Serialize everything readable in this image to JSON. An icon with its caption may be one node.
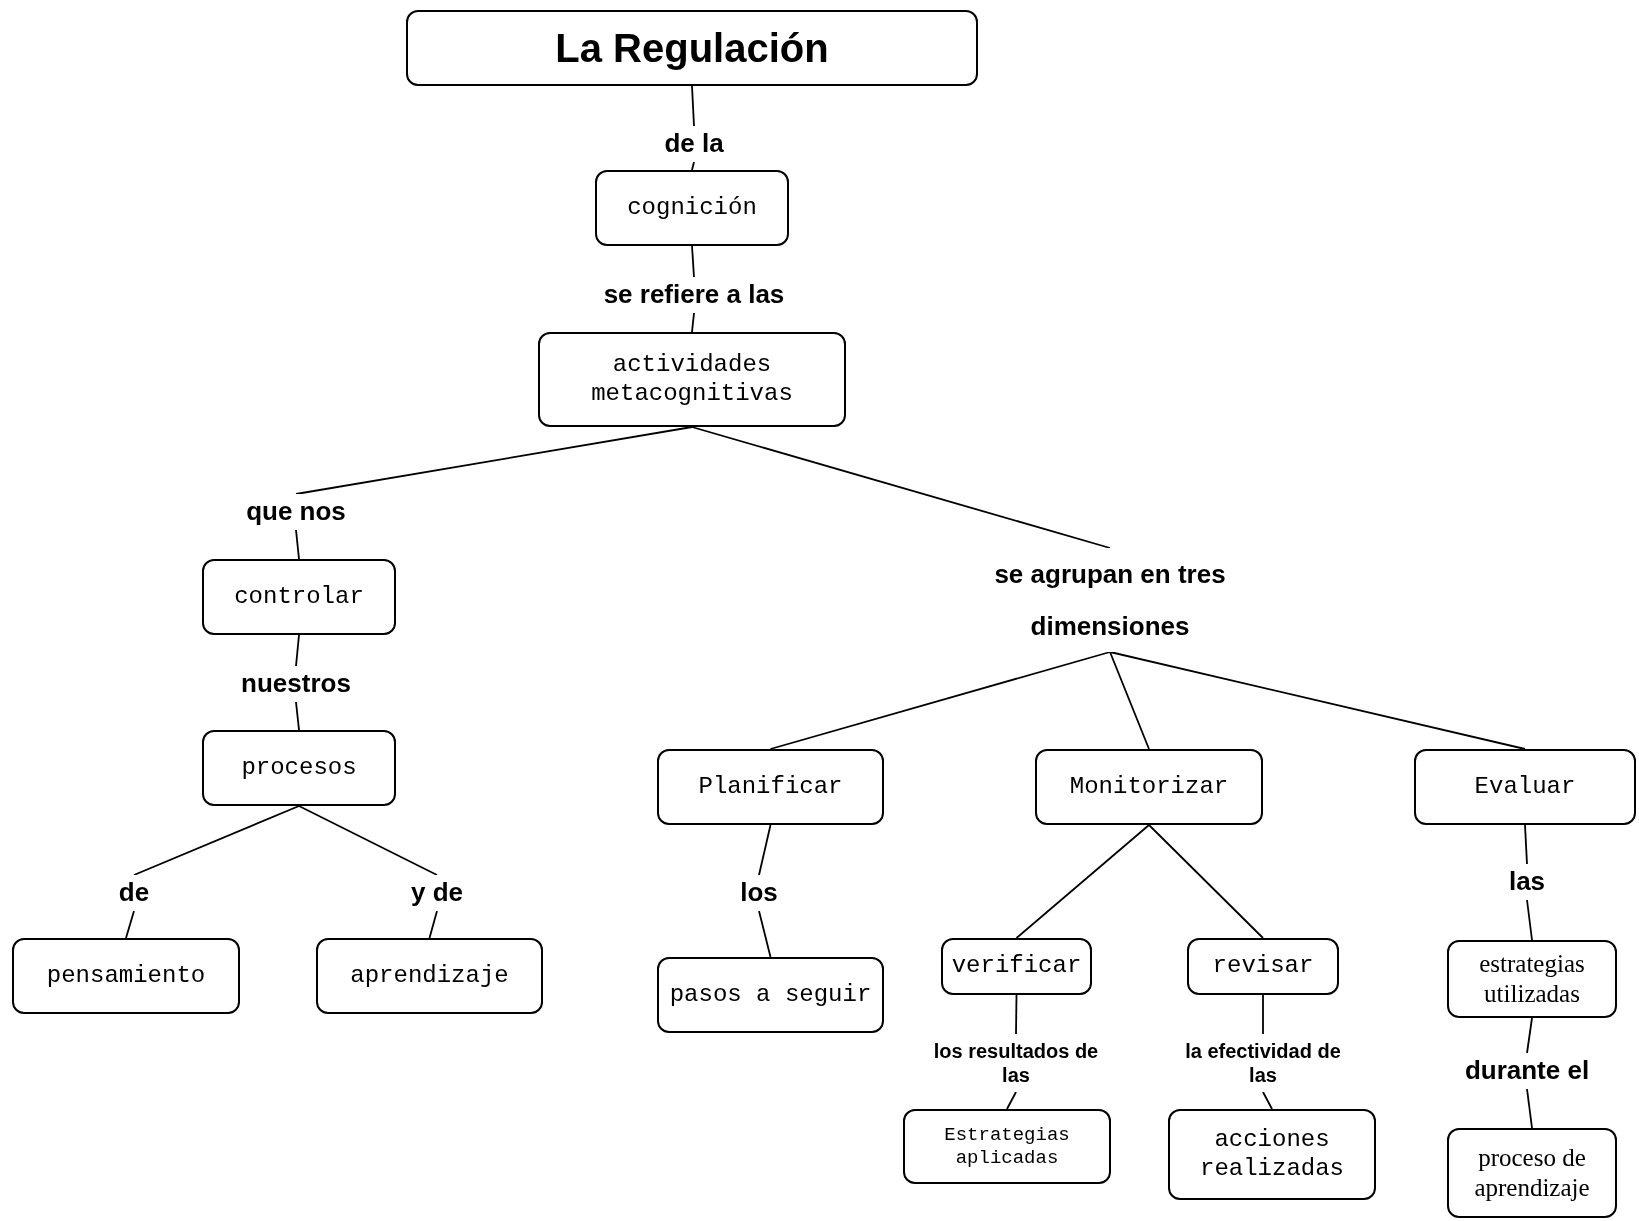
{
  "diagram": {
    "nodes": [
      {
        "text": [
          "La Regulación"
        ]
      },
      {
        "text": [
          "de la"
        ]
      },
      {
        "text": [
          "cognición"
        ]
      },
      {
        "text": [
          "se refiere a las"
        ]
      },
      {
        "text": [
          "actividades metacognitivas"
        ]
      },
      {
        "text": [
          "que nos"
        ]
      },
      {
        "text": [
          "controlar"
        ]
      },
      {
        "text": [
          "nuestros"
        ]
      },
      {
        "text": [
          "procesos"
        ]
      },
      {
        "text": [
          "de"
        ]
      },
      {
        "text": [
          "y de"
        ]
      },
      {
        "text": [
          "pensamiento"
        ]
      },
      {
        "text": [
          "aprendizaje"
        ]
      },
      {
        "text": [
          "se agrupan en tres dimensiones"
        ]
      },
      {
        "text": [
          "Planificar"
        ]
      },
      {
        "text": [
          "Monitorizar"
        ]
      },
      {
        "text": [
          "Evaluar"
        ]
      },
      {
        "text": [
          "los"
        ]
      },
      {
        "text": [
          "pasos a seguir"
        ]
      },
      {
        "text": [
          "verificar"
        ]
      },
      {
        "text": [
          "revisar"
        ]
      },
      {
        "text": [
          "las"
        ]
      },
      {
        "text": [
          "estrategias utilizadas"
        ]
      },
      {
        "text": [
          "los resultados de las"
        ]
      },
      {
        "text": [
          "la efectividad de las"
        ]
      },
      {
        "text": [
          "Estrategias aplicadas"
        ]
      },
      {
        "text": [
          "acciones realizadas"
        ]
      },
      {
        "text": [
          "durante el"
        ]
      },
      {
        "text": [
          "proceso de aprendizaje"
        ]
      }
    ],
    "edges": [
      {
        "from": 0,
        "to": 1,
        "arrow": "none"
      },
      {
        "from": 1,
        "to": 2,
        "arrow": "none"
      },
      {
        "from": 2,
        "to": 3,
        "arrow": "none"
      },
      {
        "from": 3,
        "to": 4,
        "arrow": "none"
      },
      {
        "from": 4,
        "to": 5,
        "arrow": "none"
      },
      {
        "from": 5,
        "to": 6,
        "arrow": "none"
      },
      {
        "from": 6,
        "to": 7,
        "arrow": "none"
      },
      {
        "from": 7,
        "to": 8,
        "arrow": "none"
      },
      {
        "from": 8,
        "to": 9,
        "arrow": "none"
      },
      {
        "from": 8,
        "to": 10,
        "arrow": "none"
      },
      {
        "from": 9,
        "to": 11,
        "arrow": "none"
      },
      {
        "from": 10,
        "to": 12,
        "arrow": "none"
      },
      {
        "from": 4,
        "to": 13,
        "arrow": "none"
      },
      {
        "from": 13,
        "to": 14,
        "arrow": "none"
      },
      {
        "from": 13,
        "to": 15,
        "arrow": "none"
      },
      {
        "from": 13,
        "to": 16,
        "arrow": "none"
      },
      {
        "from": 14,
        "to": 17,
        "arrow": "none"
      },
      {
        "from": 17,
        "to": 18,
        "arrow": "none"
      },
      {
        "from": 15,
        "to": 19,
        "arrow": "none"
      },
      {
        "from": 15,
        "to": 20,
        "arrow": "none"
      },
      {
        "from": 16,
        "to": 21,
        "arrow": "none"
      },
      {
        "from": 21,
        "to": 22,
        "arrow": "none"
      },
      {
        "from": 19,
        "to": 23,
        "arrow": "none"
      },
      {
        "from": 20,
        "to": 24,
        "arrow": "none"
      },
      {
        "from": 23,
        "to": 25,
        "arrow": "none"
      },
      {
        "from": 24,
        "to": 26,
        "arrow": "none"
      },
      {
        "from": 22,
        "to": 27,
        "arrow": "none"
      },
      {
        "from": 27,
        "to": 28,
        "arrow": "none"
      }
    ]
  }
}
